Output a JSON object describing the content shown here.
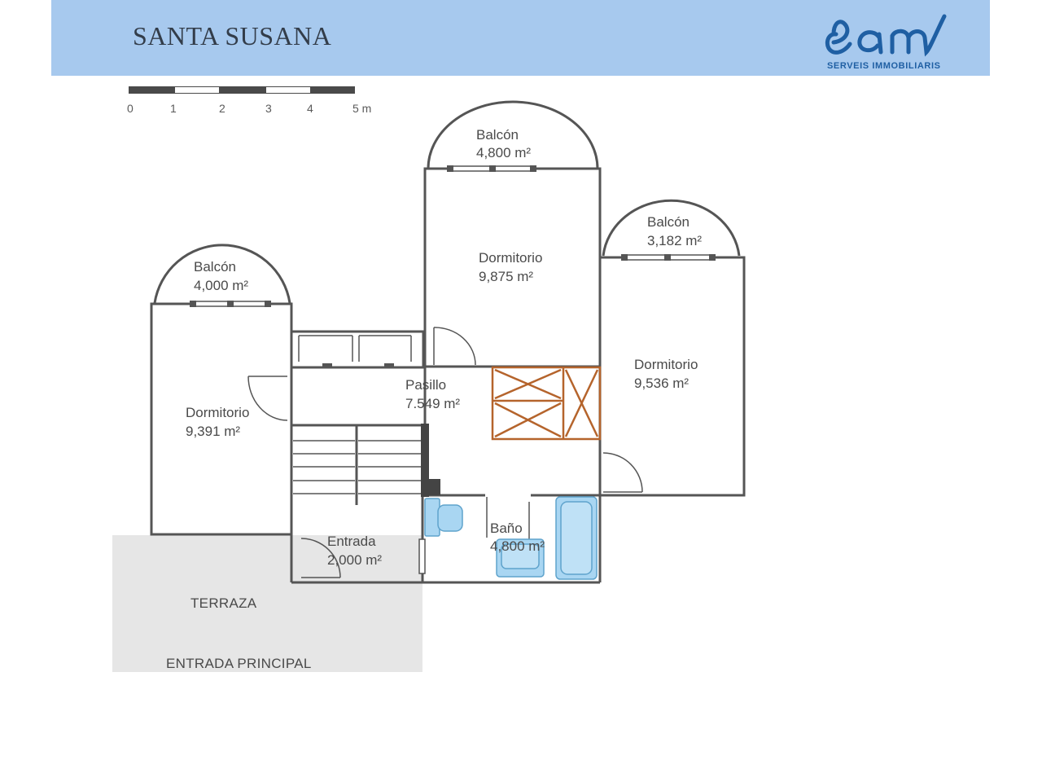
{
  "header": {
    "title": "SANTA SUSANA",
    "logo_text": "eam",
    "logo_subtitle": "SERVEIS IMMOBILIARIS",
    "background_color": "#a7c9ee",
    "brand_color": "#1f5fa3"
  },
  "scale_bar": {
    "labels": [
      "0",
      "1",
      "2",
      "3",
      "4",
      "5 m"
    ]
  },
  "rooms": {
    "balcony_left": {
      "name": "Balcón",
      "area": "4,000 m²"
    },
    "balcony_center": {
      "name": "Balcón",
      "area": "4,800 m²"
    },
    "balcony_right": {
      "name": "Balcón",
      "area": "3,182 m²"
    },
    "bedroom_left": {
      "name": "Dormitorio",
      "area": "9,391 m²"
    },
    "bedroom_center": {
      "name": "Dormitorio",
      "area": "9,875 m²"
    },
    "bedroom_right": {
      "name": "Dormitorio",
      "area": "9,536 m²"
    },
    "hallway": {
      "name": "Pasillo",
      "area": "7.549 m²"
    },
    "entrance": {
      "name": "Entrada",
      "area": "2,000 m²"
    },
    "bathroom": {
      "name": "Baño",
      "area": "4,800 m²"
    }
  },
  "outdoor": {
    "terrace": "TERRAZA",
    "main_entrance": "ENTRADA PRINCIPAL"
  },
  "colors": {
    "wall": "#555555",
    "closet": "#b5642c",
    "fixture": "#a9d6f2",
    "terrace": "#e6e6e6"
  }
}
